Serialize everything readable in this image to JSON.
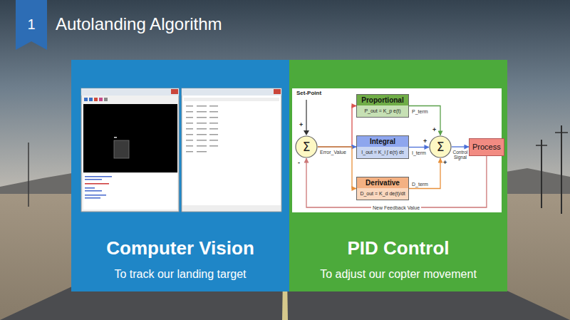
{
  "diagram": {
    "title": "Autolanding Algorithm",
    "nodes": [
      {
        "text": [
          "1"
        ]
      },
      {
        "text": [
          "Computer Vision",
          "To track our landing target"
        ]
      },
      {
        "text": [
          "PID Control",
          "To adjust our copter movement"
        ]
      },
      {
        "text": [
          "Σ"
        ],
        "in": 2
      },
      {
        "text": [
          "Proportional",
          "P_out = K_p e(t)"
        ],
        "in": 2
      },
      {
        "text": [
          "Integral",
          "I_out = K_i ∫ e(τ) dτ"
        ],
        "in": 2
      },
      {
        "text": [
          "Derivative",
          "D_out = K_d de(t)/dt"
        ],
        "in": 2
      },
      {
        "text": [
          "Σ"
        ],
        "in": 2
      },
      {
        "text": [
          "Process"
        ],
        "in": 2
      }
    ],
    "edges": [
      {
        "from": 3,
        "to": 4,
        "arrow": "to"
      },
      {
        "from": 3,
        "to": 5,
        "label": "Error_Value",
        "arrow": "to"
      },
      {
        "from": 3,
        "to": 6,
        "arrow": "to"
      },
      {
        "from": 4,
        "to": 7,
        "label": "P_term",
        "arrow": "to"
      },
      {
        "from": 5,
        "to": 7,
        "label": "I_term",
        "arrow": "to"
      },
      {
        "from": 6,
        "to": 7,
        "label": "D_term",
        "arrow": "to"
      },
      {
        "from": 7,
        "to": 8,
        "label": "Control Signal",
        "arrow": "to"
      },
      {
        "from": 8,
        "to": 3,
        "label": "New Feedback Value",
        "arrow": "to"
      }
    ],
    "labels": [
      "Set-Point",
      "+",
      "-",
      "+",
      "+",
      "+"
    ]
  }
}
